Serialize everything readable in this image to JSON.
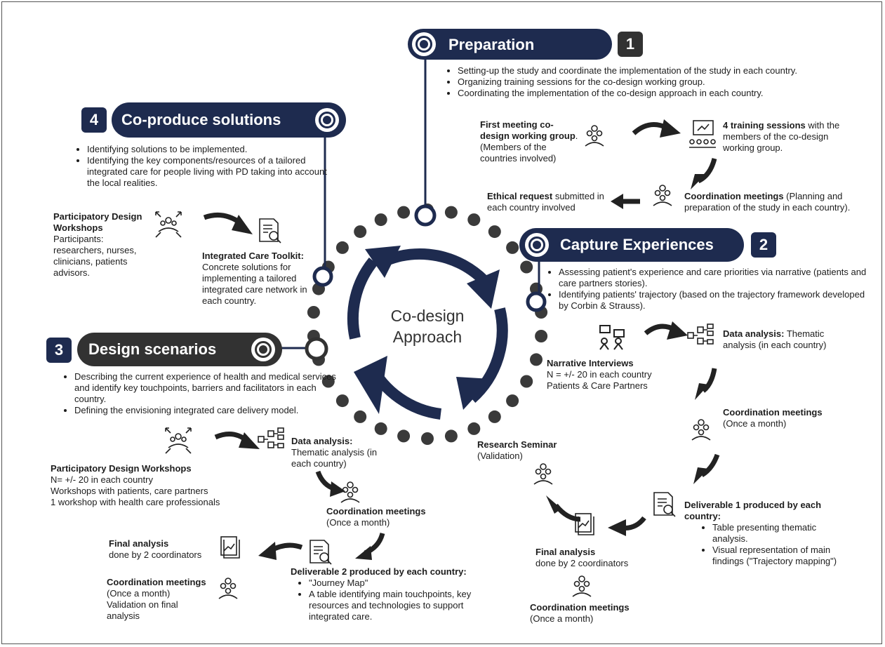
{
  "preparation": {
    "title": "Preparation",
    "number": "1",
    "bullets": [
      "Setting-up the study and coordinate the implementation of the study in each country.",
      "Organizing training sessions for the co-design working group.",
      "Coordinating the implementation of the co-design approach in each country."
    ],
    "first_meeting_bold": "First meeting co-design working group",
    "first_meeting_rest": ". (Members of the countries involved)",
    "training_bold": "4 training sessions",
    "training_rest": " with the members of the co-design working group.",
    "coord_bold": "Coordination meetings",
    "coord_rest": " (Planning and preparation of the study in each country).",
    "ethical_bold": "Ethical request",
    "ethical_rest": " submitted in each country involved"
  },
  "capture": {
    "title": "Capture Experiences",
    "number": "2",
    "bullets": [
      "Assessing patient's experience and care priorities via narrative (patients and care partners stories).",
      "Identifying patients' trajectory (based on the trajectory framework developed by Corbin & Strauss)."
    ],
    "narrative_bold": "Narrative Interviews",
    "narrative_l1": "N = +/- 20 in each country",
    "narrative_l2": "Patients & Care Partners",
    "data_bold": "Data analysis:",
    "data_rest": " Thematic analysis (in each country)",
    "coord_bold": "Coordination meetings",
    "coord_rest": "(Once a month)",
    "deliv_bold": "Deliverable 1 produced by each country:",
    "deliv_bullets": [
      "Table presenting thematic analysis.",
      "Visual representation of main findings (\"Trajectory mapping\")"
    ],
    "final_bold": "Final analysis",
    "final_rest": "done by 2 coordinators",
    "coord2_bold": "Coordination meetings",
    "coord2_rest": "(Once a month)",
    "seminar_bold": "Research Seminar",
    "seminar_rest": "(Validation)"
  },
  "design": {
    "title": "Design scenarios",
    "number": "3",
    "bullets": [
      "Describing the current experience of health and medical services and identify key touchpoints, barriers and facilitators in each country.",
      "Defining the envisioning integrated care delivery model."
    ],
    "workshops_bold": "Participatory Design Workshops",
    "workshops_l1": "N= +/- 20 in each country",
    "workshops_l2": "Workshops with patients, care partners",
    "workshops_l3": "1 workshop with health care professionals",
    "data_bold": "Data analysis:",
    "data_rest": "Thematic analysis (in each country)",
    "coord_bold": "Coordination meetings",
    "coord_rest": "(Once a month)",
    "deliv_bold": "Deliverable 2 produced by each country:",
    "deliv_bullets": [
      "\"Journey Map\"",
      "A table identifying main touchpoints, key resources and technologies to support integrated care."
    ],
    "final_bold": "Final analysis",
    "final_rest": "done by 2 coordinators",
    "coord2_bold": "Coordination meetings",
    "coord2_l1": "(Once a month)",
    "coord2_l2": "Validation on final analysis"
  },
  "coproduce": {
    "title": "Co-produce solutions",
    "number": "4",
    "bullets": [
      "Identifying solutions to be implemented.",
      "Identifying the key components/resources of a tailored integrated care for people living with PD taking into account the local realities."
    ],
    "workshops_bold": "Participatory Design Workshops",
    "workshops_rest": "Participants: researchers, nurses, clinicians, patients advisors.",
    "toolkit_bold": "Integrated Care Toolkit:",
    "toolkit_rest": "Concrete solutions for implementing a tailored integrated care network in each country."
  },
  "center": {
    "line1": "Co-design",
    "line2": "Approach"
  },
  "colors": {
    "navy": "#1e2b4f",
    "dark": "#323232",
    "dot": "#3a3a3a"
  }
}
